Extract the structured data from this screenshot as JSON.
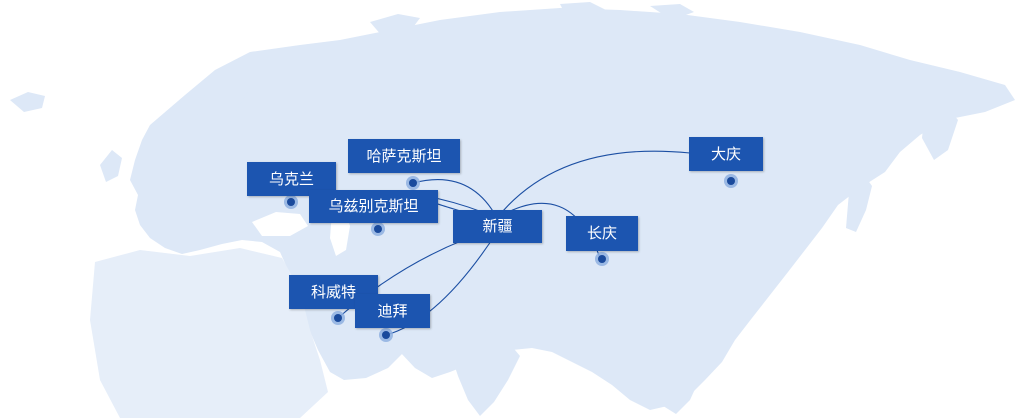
{
  "map": {
    "hub": {
      "label": "新疆"
    },
    "destinations": {
      "kazakhstan": {
        "label": "哈萨克斯坦"
      },
      "ukraine": {
        "label": "乌克兰"
      },
      "uzbekistan": {
        "label": "乌兹别克斯坦"
      },
      "kuwait": {
        "label": "科威特"
      },
      "dubai": {
        "label": "迪拜"
      },
      "changqing": {
        "label": "长庆"
      },
      "daqing": {
        "label": "大庆"
      }
    },
    "colors": {
      "land": "#dde8f7",
      "label_bg": "#1c55b0",
      "label_text": "#ffffff",
      "route": "#1c4fa3",
      "marker": "#1a4a9c"
    }
  }
}
